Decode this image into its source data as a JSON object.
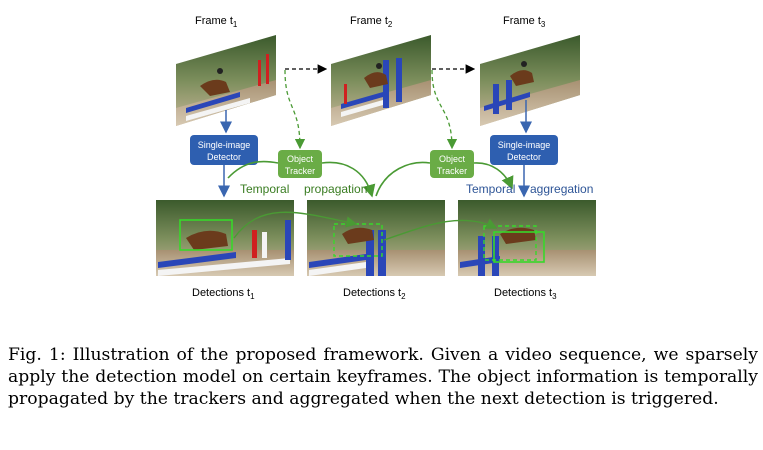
{
  "frames": [
    {
      "label": "Frame t",
      "sub": "1"
    },
    {
      "label": "Frame t",
      "sub": "2"
    },
    {
      "label": "Frame t",
      "sub": "3"
    }
  ],
  "detections": [
    {
      "label": "Detections t",
      "sub": "1"
    },
    {
      "label": "Detections t",
      "sub": "2"
    },
    {
      "label": "Detections t",
      "sub": "3"
    }
  ],
  "boxes": {
    "detector_line1": "Single-image",
    "detector_line2": "Detector",
    "tracker_line1": "Object",
    "tracker_line2": "Tracker"
  },
  "flow_labels": {
    "temporal1": "Temporal",
    "propagation": "propagation",
    "temporal2": "Temporal",
    "aggregation": "aggregation"
  },
  "caption": {
    "prefix": "Fig. 1:",
    "text": "Illustration of the proposed framework. Given a video sequence, we sparsely apply the detection model on certain keyframes. The object information is temporally propagated by the trackers and aggregated when the next detection is triggered."
  },
  "colors": {
    "detector": "#2e5fb0",
    "tracker": "#6aac46",
    "green_arrow": "#4a9a34",
    "blue_arrow": "#3a66b0"
  }
}
